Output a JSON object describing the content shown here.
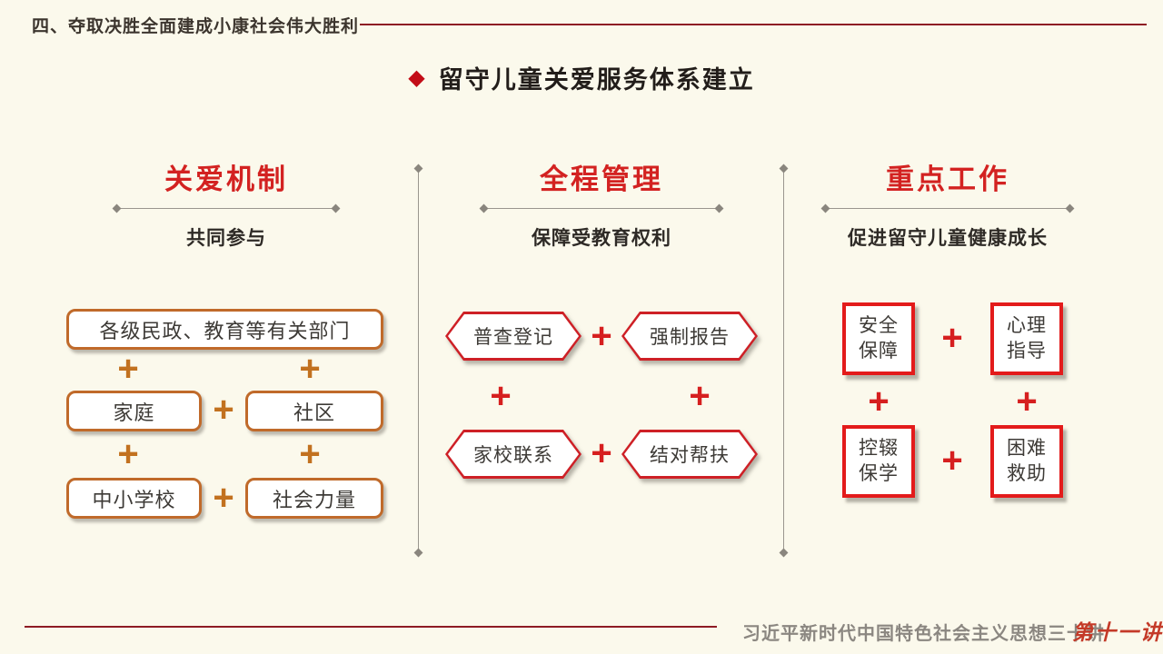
{
  "slide": {
    "section_header": "四、夺取决胜全面建成小康社会伟大胜利",
    "title": "留守儿童关爱服务体系建立",
    "footer": {
      "series_title": "习近平新时代中国特色社会主义思想三十讲",
      "lecture_number": "第十一讲"
    }
  },
  "symbols": {
    "plus": "+",
    "title_diamond": "◆"
  },
  "colors": {
    "background": "#FBF9EC",
    "title_red": "#D32221",
    "shape_red": "#E31B1B",
    "hex_red": "#CE2026",
    "box_orange": "#C06A2A",
    "plus_orange": "#C2711F",
    "plus_red": "#D61F1F",
    "dark_red_rule": "#8E1B24",
    "footer_gray": "#8B8781"
  },
  "columns": [
    {
      "title": "关爱机制",
      "subtitle": "共同参与",
      "items": [
        "各级民政、教育等有关部门",
        "家庭",
        "社区",
        "中小学校",
        "社会力量"
      ]
    },
    {
      "title": "全程管理",
      "subtitle": "保障受教育权利",
      "items": [
        "普查登记",
        "强制报告",
        "家校联系",
        "结对帮扶"
      ]
    },
    {
      "title": "重点工作",
      "subtitle": "促进留守儿童健康成长",
      "items": [
        "安全保障",
        "心理指导",
        "控辍保学",
        "困难救助"
      ]
    }
  ]
}
